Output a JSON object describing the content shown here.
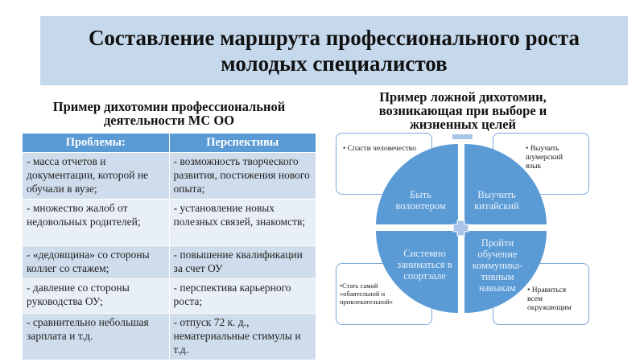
{
  "title": {
    "line1": "Составление маршрута профессионального роста",
    "line2": "молодых специалистов"
  },
  "left": {
    "subtitle_line1": "Пример дихотомии профессиональной",
    "subtitle_line2": "деятельности МС ОО",
    "headers": [
      "Проблемы:",
      "Перспективы"
    ],
    "rows": [
      [
        "- масса отчетов и документации, которой не обучали в вузе;",
        "- возможность творческого развития, постижения нового опыта;"
      ],
      [
        "- множество жалоб от недовольных родителей;",
        "- установление новых полезных связей, знакомств;"
      ],
      [
        "- «дедовщина» со стороны коллег со стажем;",
        "- повышение квалификации за счет ОУ"
      ],
      [
        "- давление со стороны руководства ОУ;",
        "- перспектива карьерного роста;"
      ],
      [
        "- сравнительно небольшая зарплата и т.д.",
        "- отпуск 72 к. д., нематериальные стимулы и т.д."
      ]
    ]
  },
  "right": {
    "subtitle_line1": "Пример ложной дихотомии,",
    "subtitle_line2": "возникающая при выборе и",
    "subtitle_line3": "жизненных целей",
    "quadrants": [
      "Быть волонтером",
      "Выучить китайский",
      "Системно заниматься в спортзале",
      "Пройти обучение коммуника-тивным навыкам"
    ],
    "boxes": [
      "Спасти человечество",
      "Выучить шумерский язык",
      "Стать самой «обаятельной и привлекательной»",
      "Нравиться всем окружающим"
    ],
    "colors": {
      "circle": "#5b9bd5",
      "accent": "#a9c4e6"
    }
  }
}
